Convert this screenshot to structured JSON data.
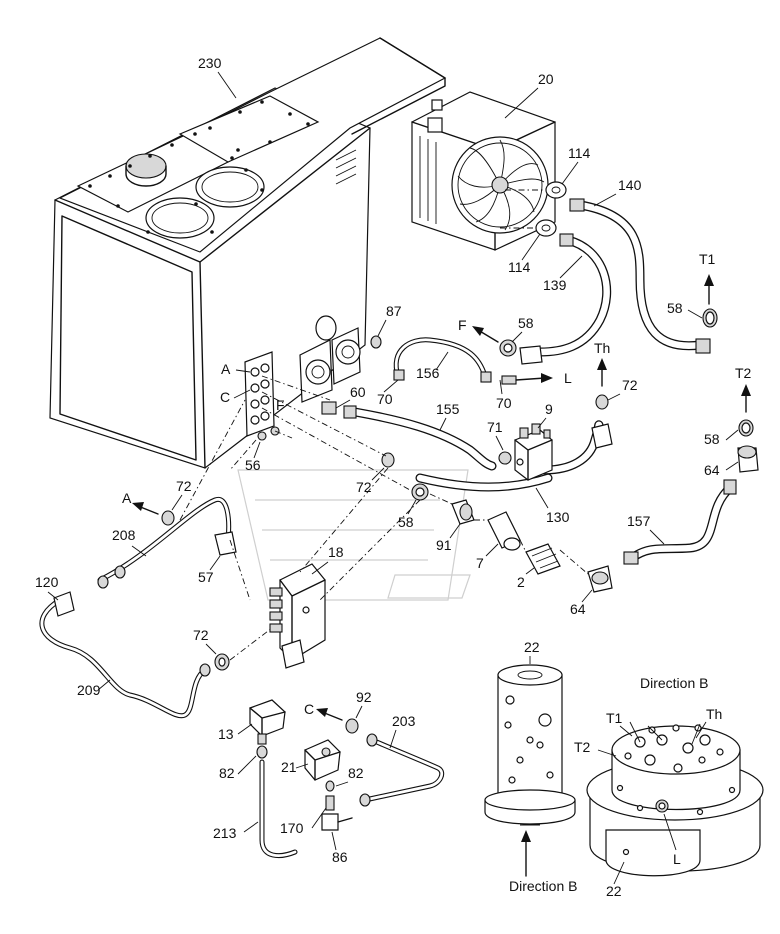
{
  "labels": {
    "230": "230",
    "20": "20",
    "114a": "114",
    "114b": "114",
    "140": "140",
    "139": "139",
    "t1": "T1",
    "58a": "58",
    "87": "87",
    "f1": "F",
    "58b": "58",
    "156": "156",
    "l1": "L",
    "th1": "Th",
    "72a": "72",
    "t2": "T2",
    "a1": "A",
    "c1": "C",
    "f2": "F",
    "60": "60",
    "70a": "70",
    "70b": "70",
    "155": "155",
    "9": "9",
    "71": "71",
    "58c": "58",
    "64a": "64",
    "56": "56",
    "72b": "72",
    "130": "130",
    "58d": "58",
    "157": "157",
    "a2": "A",
    "72c": "72",
    "91": "91",
    "7": "7",
    "2": "2",
    "64b": "64",
    "208": "208",
    "57": "57",
    "18": "18",
    "120": "120",
    "72d": "72",
    "209": "209",
    "22a": "22",
    "direction_b_top": "Direction B",
    "13": "13",
    "c2": "C",
    "92": "92",
    "203": "203",
    "t1b": "T1",
    "thb": "Th",
    "t2b": "T2",
    "82a": "82",
    "21": "21",
    "82b": "82",
    "213": "213",
    "170": "170",
    "86": "86",
    "lb": "L",
    "22b": "22",
    "direction_b_bottom": "Direction B"
  }
}
